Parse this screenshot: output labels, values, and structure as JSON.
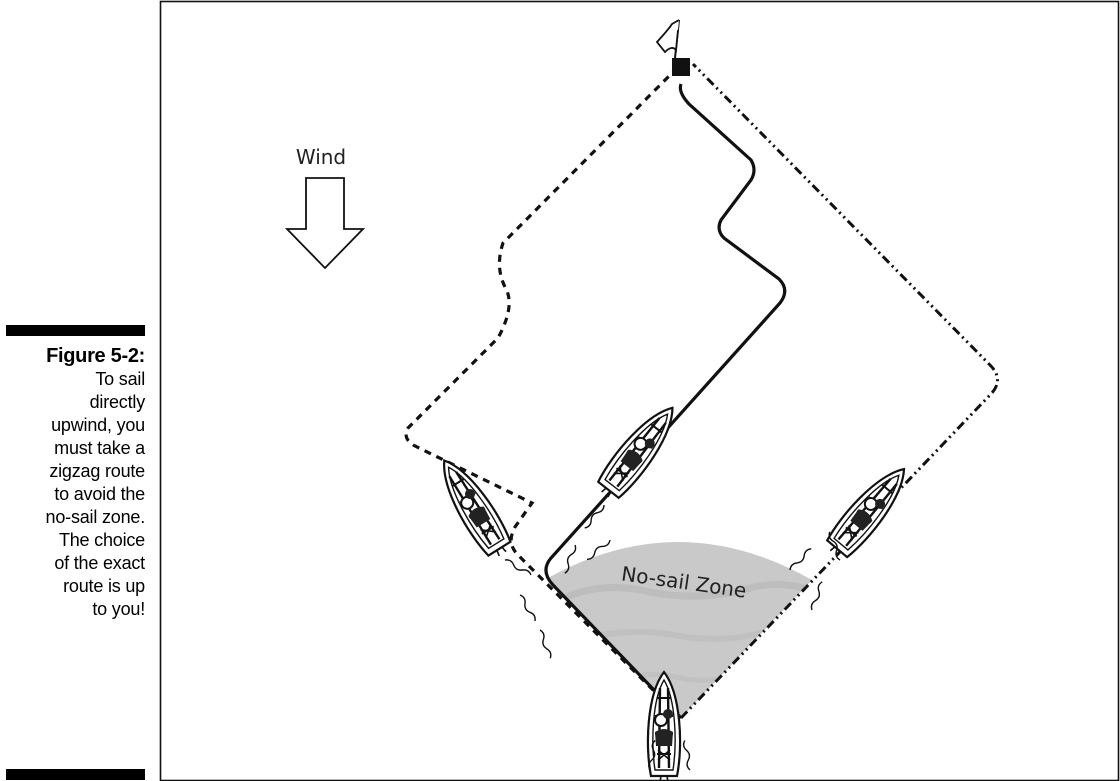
{
  "figure": {
    "label": "Figure 5-2:",
    "caption_lines": [
      "To sail",
      "directly",
      "upwind, you",
      "must take a",
      "zigzag route",
      "to avoid the",
      "no-sail zone.",
      "The choice",
      "of the exact",
      "route is up",
      "to you!"
    ]
  },
  "diagram": {
    "wind_label": "Wind",
    "zone_label": "No-sail Zone",
    "zone_color": "#c9c9c9",
    "line_color": "#111111",
    "routes": [
      "dashed",
      "solid",
      "dash-dot"
    ],
    "icons": [
      "flag-icon",
      "wind-arrow-icon",
      "sailboat-icon"
    ]
  }
}
